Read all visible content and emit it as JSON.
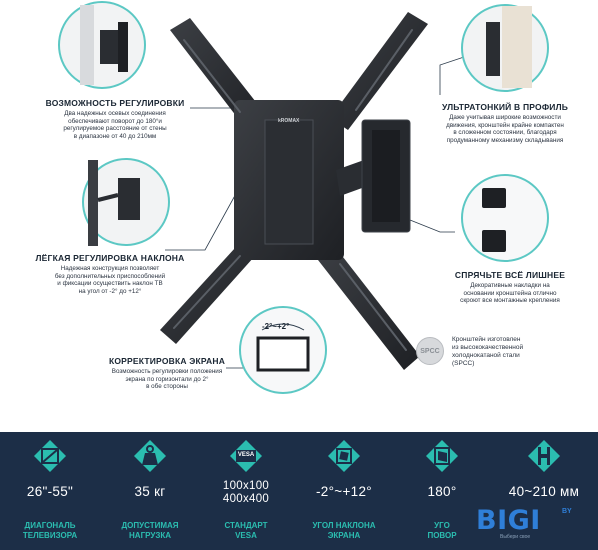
{
  "callouts": {
    "adjust": {
      "title": "ВОЗМОЖНОСТЬ РЕГУЛИРОВКИ",
      "lines": [
        "Два надежных осевых соединения",
        "обеспечивают поворот до 180°и",
        "регулируемое расстояние от стены",
        "в диапазоне от 40 до 210мм"
      ]
    },
    "tilt": {
      "title": "ЛЁГКАЯ РЕГУЛИРОВКА НАКЛОНА",
      "lines": [
        "Надежная конструкция позволяет",
        "без дополнительных приспособлений",
        "и фиксации осуществить наклон ТВ",
        "на угол от -2° до +12°"
      ]
    },
    "correction": {
      "title": "КОРРЕКТИРОВКА ЭКРАНА",
      "lines": [
        "Возможность регулировки положения",
        "экрана по горизонтали до 2°",
        "в обе стороны"
      ]
    },
    "slim": {
      "title": "УЛЬТРАТОНКИЙ В ПРОФИЛЬ",
      "lines": [
        "Даже учитывая широкие возможности",
        "движения, кронштейн крайне компактен",
        "в сложенном состоянии, благодаря",
        "продуманному механизму складывания"
      ]
    },
    "hide": {
      "title": "СПРЯЧЬТЕ ВСЁ ЛИШНЕЕ",
      "lines": [
        "Декоративные накладки на",
        "основании кронштейна отлично",
        "скроют все монтажные крепления"
      ]
    },
    "spcc": {
      "badge": "SPCC",
      "lines": [
        "Кронштейн изготовлен",
        "из высококачественной",
        "холоднокатаной стали",
        "(SPCC)"
      ]
    },
    "angle_label": "-2°~+2°",
    "bracket_mark": "kROMAX"
  },
  "specs": [
    {
      "icon": "diagonal-icon",
      "value": "26\"-55\"",
      "label": [
        "ДИАГОНАЛЬ",
        "ТЕЛЕВИЗОРА"
      ]
    },
    {
      "icon": "weight-icon",
      "value": "35 кг",
      "label": [
        "ДОПУСТИМАЯ",
        "НАГРУЗКА"
      ]
    },
    {
      "icon": "vesa-icon",
      "icon_text": "VESA",
      "value": [
        "100x100",
        "400x400"
      ],
      "label": [
        "СТАНДАРТ",
        "VESA"
      ]
    },
    {
      "icon": "tilt-icon",
      "value": "-2°~+12°",
      "label": [
        "УГОЛ НАКЛОНА",
        "ЭКРАНА"
      ]
    },
    {
      "icon": "rotate-icon",
      "value": "180°",
      "label": [
        "УГО",
        "ПОВОР"
      ]
    },
    {
      "icon": "distance-icon",
      "value": "40~210 мм",
      "label": [
        "",
        ""
      ]
    }
  ],
  "logo": {
    "brand": "BIGI",
    "tld": "BY",
    "slogan": "Выбери свое"
  },
  "colors": {
    "band": "#1c2e47",
    "accent": "#2bbdb0",
    "ring": "#5cc8c4",
    "logo": "#2f7fd8"
  }
}
